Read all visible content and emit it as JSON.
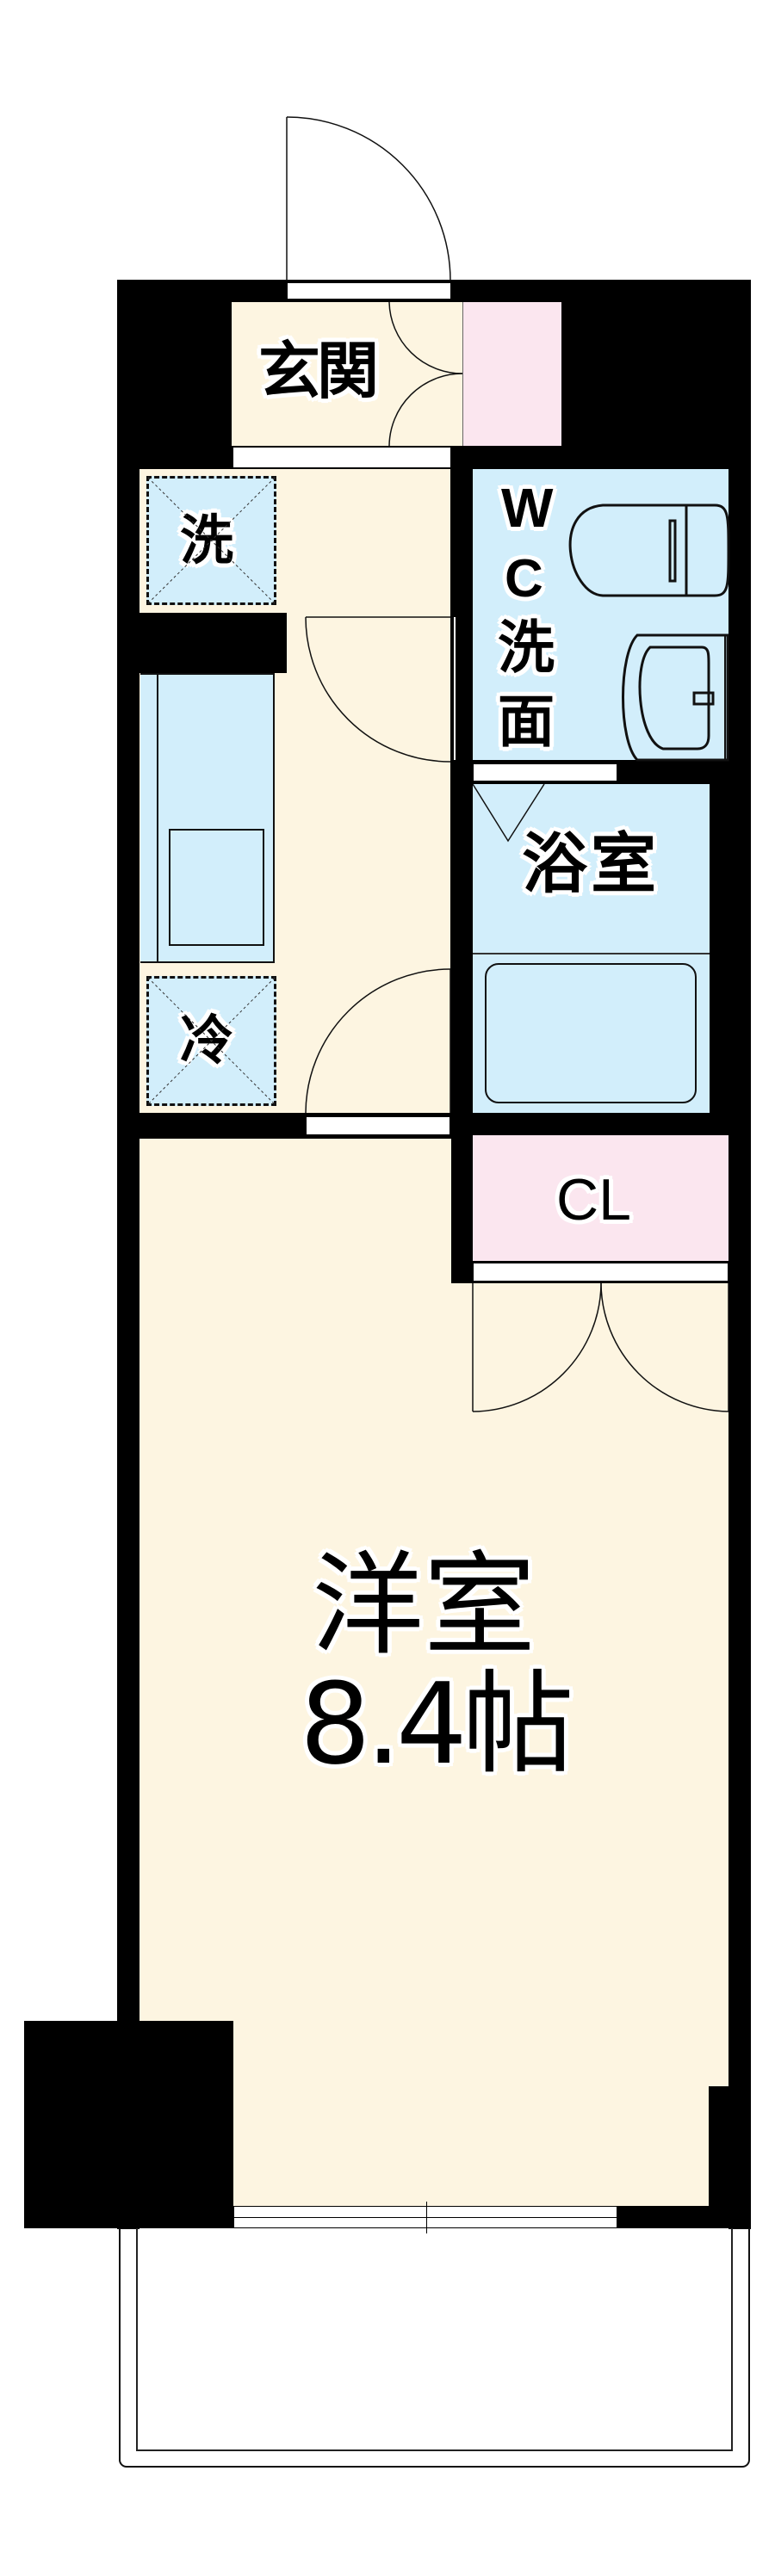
{
  "floorplan": {
    "colors": {
      "wall": "#000000",
      "floor": "#FDF5E1",
      "wet_area": "#D2EEFB",
      "storage": "#FBE6EF",
      "background": "#FFFFFF"
    },
    "rooms": {
      "entrance": {
        "label": "玄関"
      },
      "washer": {
        "label": "洗"
      },
      "wc_wash": {
        "label_lines": [
          "W",
          "C",
          "洗",
          "面"
        ]
      },
      "bath": {
        "label": "浴室"
      },
      "fridge": {
        "label": "冷"
      },
      "closet": {
        "label": "CL"
      },
      "western_room": {
        "label": "洋室",
        "size": "8.4帖"
      }
    }
  }
}
